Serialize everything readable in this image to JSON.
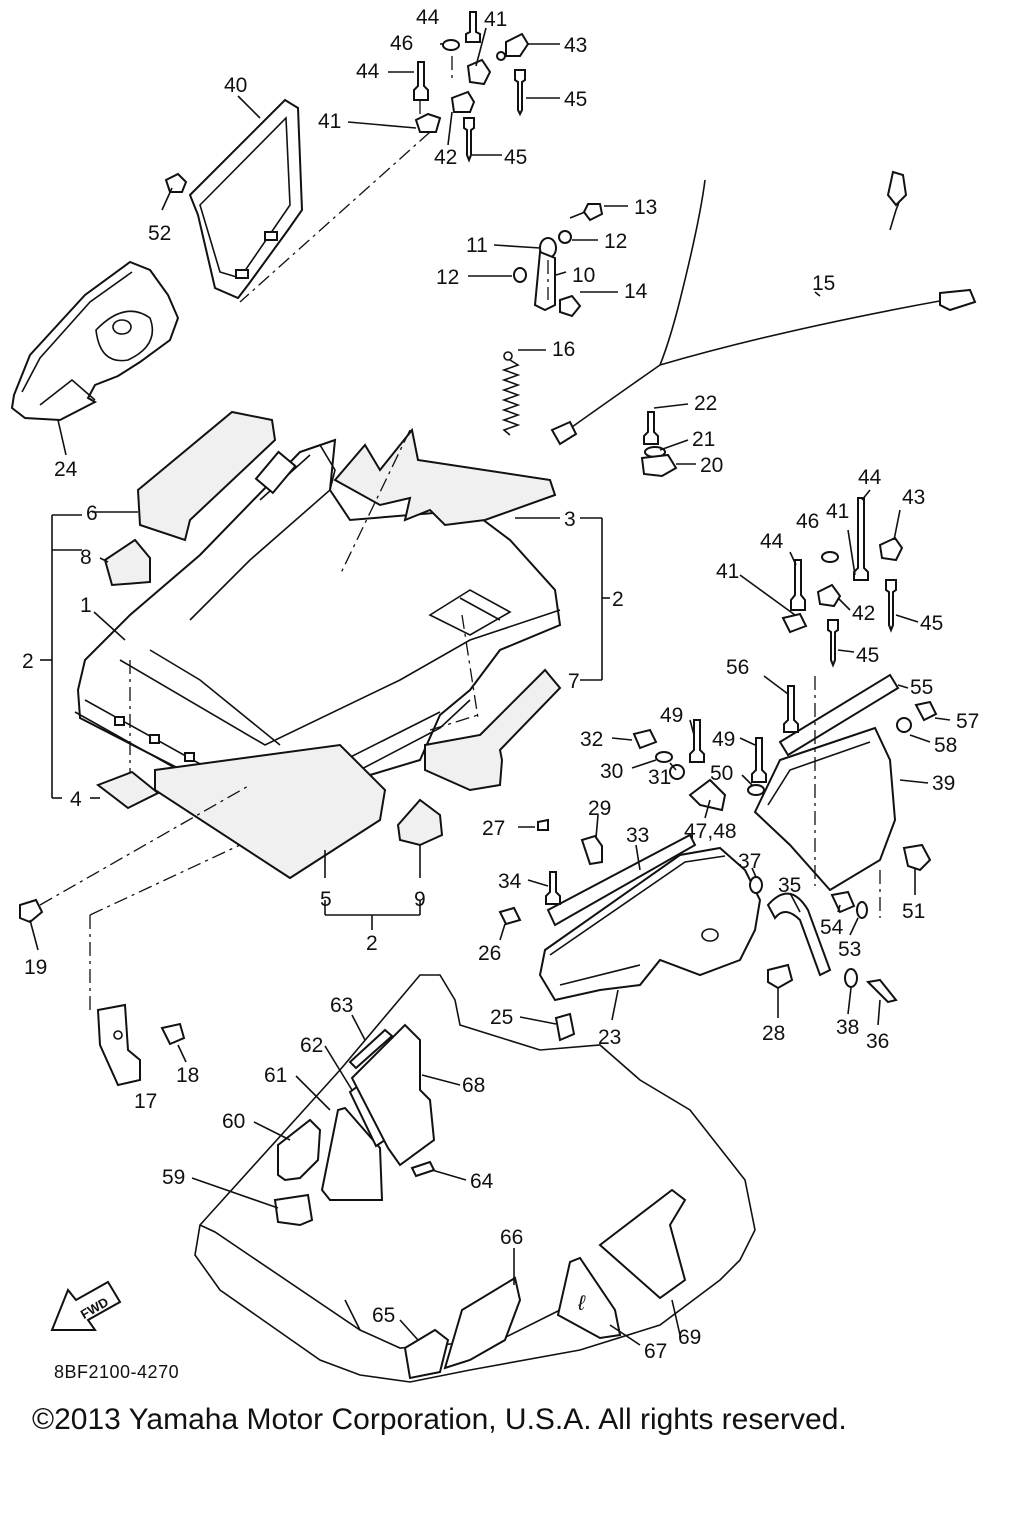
{
  "diagram": {
    "drawing_code": "8BF2100-4270",
    "copyright": "©2013 Yamaha Motor Corporation, U.S.A. All rights reserved.",
    "direction_arrow": "FWD",
    "callouts": [
      "1",
      "2",
      "3",
      "4",
      "5",
      "6",
      "7",
      "8",
      "9",
      "10",
      "11",
      "12",
      "13",
      "14",
      "15",
      "16",
      "17",
      "18",
      "19",
      "20",
      "21",
      "22",
      "23",
      "24",
      "25",
      "26",
      "27",
      "28",
      "29",
      "30",
      "31",
      "32",
      "33",
      "34",
      "35",
      "36",
      "37",
      "38",
      "39",
      "40",
      "41",
      "42",
      "43",
      "44",
      "45",
      "46",
      "47,48",
      "49",
      "50",
      "51",
      "52",
      "53",
      "54",
      "55",
      "56",
      "57",
      "58",
      "59",
      "60",
      "61",
      "62",
      "63",
      "64",
      "65",
      "66",
      "67",
      "68",
      "69"
    ]
  }
}
